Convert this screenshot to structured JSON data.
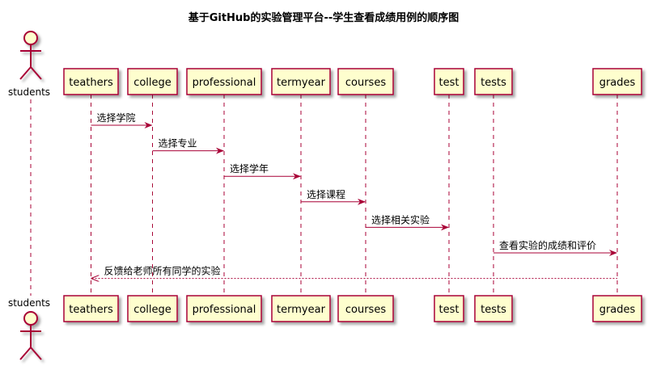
{
  "title": "基于GitHub的实验管理平台--学生查看成绩用例的顺序图",
  "actor": {
    "label": "students"
  },
  "participants": [
    {
      "id": "teathers",
      "label": "teathers"
    },
    {
      "id": "college",
      "label": "college"
    },
    {
      "id": "professional",
      "label": "professional"
    },
    {
      "id": "termyear",
      "label": "termyear"
    },
    {
      "id": "courses",
      "label": "courses"
    },
    {
      "id": "test",
      "label": "test"
    },
    {
      "id": "tests",
      "label": "tests"
    },
    {
      "id": "grades",
      "label": "grades"
    }
  ],
  "messages": [
    {
      "from": "teathers",
      "to": "college",
      "label": "选择学院",
      "style": "solid"
    },
    {
      "from": "college",
      "to": "professional",
      "label": "选择专业",
      "style": "solid"
    },
    {
      "from": "professional",
      "to": "termyear",
      "label": "选择学年",
      "style": "solid"
    },
    {
      "from": "termyear",
      "to": "courses",
      "label": "选择课程",
      "style": "solid"
    },
    {
      "from": "courses",
      "to": "test",
      "label": "选择相关实验",
      "style": "solid"
    },
    {
      "from": "tests",
      "to": "grades",
      "label": "查看实验的成绩和评价",
      "style": "solid"
    },
    {
      "from": "grades",
      "to": "teathers",
      "label": "反馈给老师所有同学的实验",
      "style": "dashed"
    }
  ],
  "colors": {
    "participant_fill": "#FEFECE",
    "participant_border": "#A80036",
    "arrow": "#A80036",
    "text": "#000000"
  }
}
